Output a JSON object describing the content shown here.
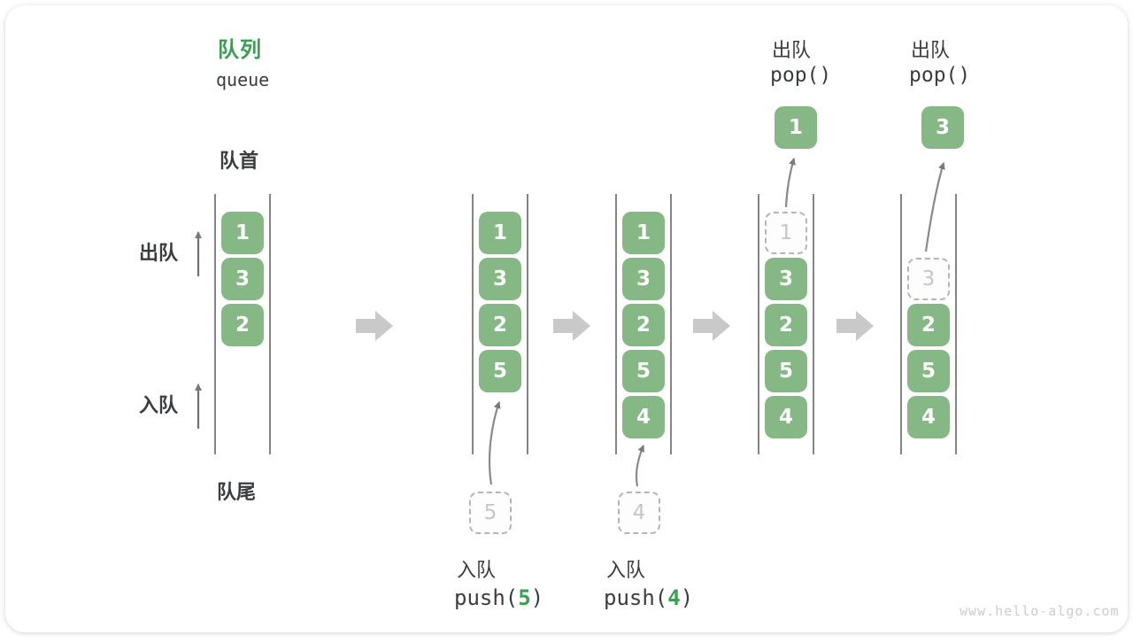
{
  "title": {
    "zh": "队列",
    "en": "queue"
  },
  "side_labels": {
    "front": "队首",
    "dequeue": "出队",
    "enqueue": "入队",
    "rear": "队尾"
  },
  "queues": [
    {
      "name": "state-initial",
      "cells": [
        {
          "value": "1",
          "slot": 1
        },
        {
          "value": "3",
          "slot": 2
        },
        {
          "value": "2",
          "slot": 3
        }
      ]
    },
    {
      "name": "state-after-push-5",
      "cells": [
        {
          "value": "1",
          "slot": 1
        },
        {
          "value": "3",
          "slot": 2
        },
        {
          "value": "2",
          "slot": 3
        },
        {
          "value": "5",
          "slot": 4
        }
      ],
      "staging": {
        "value": "5"
      },
      "op": {
        "label": "入队",
        "code_fn": "push(",
        "code_arg": "5",
        "code_close": ")"
      }
    },
    {
      "name": "state-after-push-4",
      "cells": [
        {
          "value": "1",
          "slot": 1
        },
        {
          "value": "3",
          "slot": 2
        },
        {
          "value": "2",
          "slot": 3
        },
        {
          "value": "5",
          "slot": 4
        },
        {
          "value": "4",
          "slot": 5
        }
      ],
      "staging": {
        "value": "4"
      },
      "op": {
        "label": "入队",
        "code_fn": "push(",
        "code_arg": "4",
        "code_close": ")"
      }
    },
    {
      "name": "state-pop-1",
      "cells": [
        {
          "value": "1",
          "slot": 1,
          "dashed": true
        },
        {
          "value": "3",
          "slot": 2
        },
        {
          "value": "2",
          "slot": 3
        },
        {
          "value": "5",
          "slot": 4
        },
        {
          "value": "4",
          "slot": 5
        }
      ],
      "popped": {
        "value": "1"
      },
      "op": {
        "label": "出队",
        "code": "pop()"
      }
    },
    {
      "name": "state-pop-3",
      "cells": [
        {
          "value": "3",
          "slot": 2,
          "dashed": true
        },
        {
          "value": "2",
          "slot": 3
        },
        {
          "value": "5",
          "slot": 4
        },
        {
          "value": "4",
          "slot": 5
        }
      ],
      "popped": {
        "value": "3"
      },
      "op": {
        "label": "出队",
        "code": "pop()"
      }
    }
  ],
  "watermark": "www.hello-algo.com",
  "colors": {
    "box_green": "#86b885",
    "accent_green": "#3b9e52",
    "block_arrow_gray": "#c9c9c9",
    "line_gray": "#4f4f4f",
    "arrow_gray": "#8a8a8a",
    "dashed_border_gray": "#b5b5b5",
    "dashed_text_gray": "#c6c6c6",
    "text_dark": "#3a3d40",
    "watermark_gray": "#cccccc"
  }
}
